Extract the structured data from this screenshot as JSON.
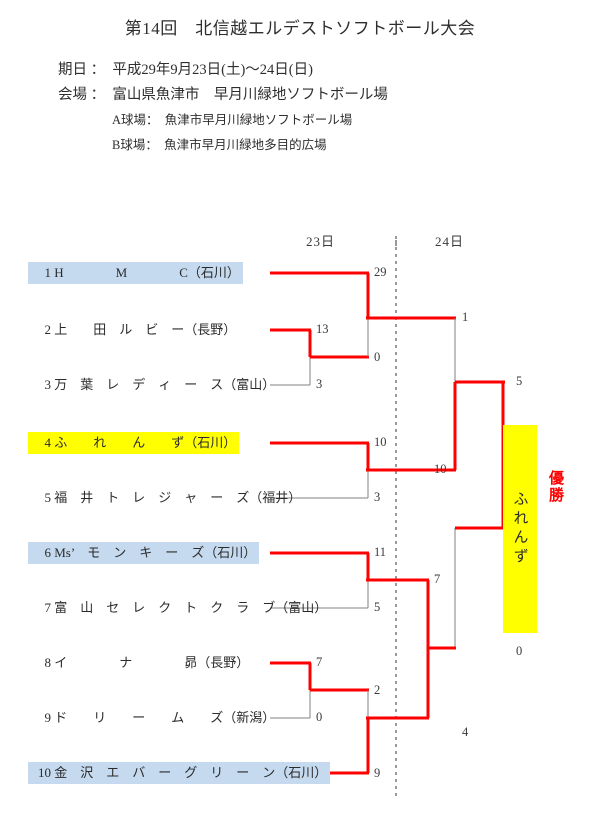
{
  "header": {
    "title": "第14回　北信越エルデストソフトボール大会",
    "date_line": "期日 ：　平成29年9月23日(土)～24日(日)",
    "venue_line": "会場 ：　富山県魚津市　早月川緑地ソフトボール場",
    "field_a_line": "A球場：　魚津市早月川緑地ソフトボール場",
    "field_b_line": "B球場：　魚津市早月川緑地多目的広場"
  },
  "day_headers": [
    {
      "label": "23日"
    },
    {
      "label": "24日"
    }
  ],
  "colors": {
    "winner_line": "#ff0000",
    "loser_line": "#808080",
    "highlight_blue": "#c5d9ef",
    "highlight_yellow": "#ffff00",
    "champion_text": "#ff0000"
  },
  "teams": [
    {
      "seed": "1",
      "name": "H　　　　M　　　　C",
      "pref": "（石川）",
      "highlight": "blue",
      "advanced": true
    },
    {
      "seed": "2",
      "name": "上　　田　ル　ビ　ー",
      "pref": "（長野）",
      "highlight": "none",
      "advanced": true
    },
    {
      "seed": "3",
      "name": "万　葉　レ　デ　ィ　ー　ス",
      "pref": "（富山）",
      "highlight": "none",
      "advanced": false
    },
    {
      "seed": "4",
      "name": "ふ　　れ　　ん　　ず",
      "pref": "（石川）",
      "highlight": "yellow",
      "advanced": true
    },
    {
      "seed": "5",
      "name": "福　井　ト　レ　ジ　ャ　ー　ズ",
      "pref": "（福井）",
      "highlight": "none",
      "advanced": false
    },
    {
      "seed": "6",
      "name": "Ms’　モ　ン　キ　ー　ズ",
      "pref": "（石川）",
      "highlight": "blue",
      "advanced": true
    },
    {
      "seed": "7",
      "name": "富　山　セ　レ　ク　ト　ク　ラ　ブ",
      "pref": "（富山）",
      "highlight": "none",
      "advanced": false
    },
    {
      "seed": "8",
      "name": "イ　　　　ナ　　　　昴",
      "pref": "（長野）",
      "highlight": "none",
      "advanced": true
    },
    {
      "seed": "9",
      "name": "ド　　リ　　ー　　ム　　ズ",
      "pref": "（新潟）",
      "highlight": "none",
      "advanced": false
    },
    {
      "seed": "10",
      "name": "金　沢　エ　バ　ー　グ　リ　ー　ン",
      "pref": "（石川）",
      "highlight": "blue",
      "advanced": true
    }
  ],
  "scores": {
    "r1_t1_vs_t2t3": "29",
    "r1_t2_vs_t3": "13",
    "r1_t3": "3",
    "r1_t2t3_result": "0",
    "r1_t4": "10",
    "r1_t5": "3",
    "r1_t6": "11",
    "r1_t7": "5",
    "r1_t8": "7",
    "r1_t9": "0",
    "r1_t8t9_result": "2",
    "r1_t10": "9",
    "r2_top": "1",
    "r2_upper_mid": "10",
    "r2_lower_mid": "7",
    "r2_bottom": "4",
    "sf_upper": "5",
    "final_lower": "0"
  },
  "champion": {
    "team": "ふれんず",
    "label": "優勝"
  }
}
